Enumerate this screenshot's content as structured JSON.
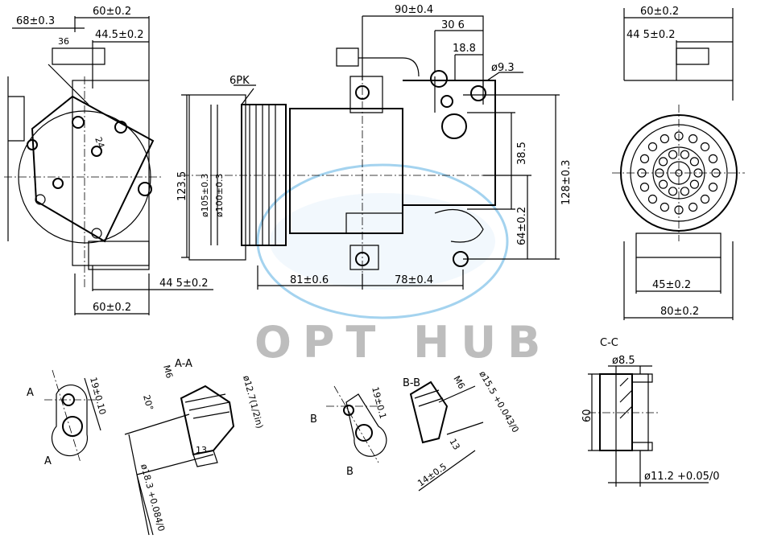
{
  "watermark": {
    "text": "OPT HUB",
    "color": "#bdbdbd",
    "swoosh_color": "#4aa8e0"
  },
  "left_view": {
    "dims": [
      "68±0.3",
      "60±0.2",
      "44.5±0.2",
      "36",
      "24",
      "44 5±0.2",
      "60±0.2"
    ]
  },
  "side_view": {
    "belt": "6PK",
    "dims": {
      "overall_top": "90±0.4",
      "port_offset": "30 6",
      "port_offset2": "18.8",
      "hole_dia": "ø9.3",
      "height": "123.5",
      "pulley_outer": "ø105±0.3",
      "pulley_inner": "ø100±0.3",
      "port_height": "38.5",
      "total_height": "128±0.3",
      "mount_height": "64±0.2",
      "front_len": "81±0.6",
      "rear_len": "78±0.4"
    }
  },
  "right_view": {
    "dims": [
      "60±0.2",
      "44 5±0.2",
      "45±0.2",
      "80±0.2"
    ]
  },
  "detail_a": {
    "marks": [
      "A",
      "A"
    ],
    "dim": "19±0.10",
    "section_title": "A-A",
    "thread": "M6",
    "angle": "20°",
    "dia": "ø12.7(1/2in)",
    "depth": "13",
    "bore": "ø18.3 +0.084/0"
  },
  "detail_b": {
    "marks": [
      "B",
      "B"
    ],
    "dim": "19±0.1",
    "section_title": "B-B",
    "thread": "M6",
    "dia": "ø15.5 +0.043/0",
    "depth": "13",
    "length": "14±0.5"
  },
  "detail_c": {
    "section_title": "C-C",
    "dia_top": "ø8.5",
    "height": "60",
    "dia_bottom": "ø11.2 +0.05/0"
  }
}
